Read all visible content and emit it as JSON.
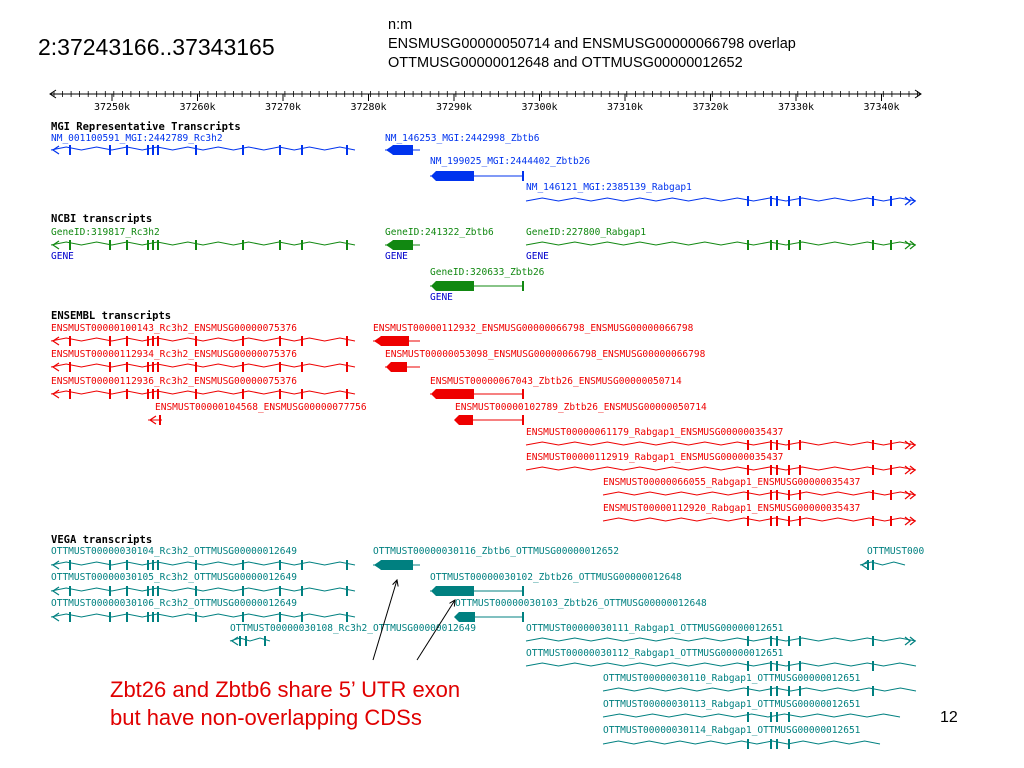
{
  "locus": "2:37243166..37343165",
  "notes": [
    "n:m",
    "ENSMUSG00000050714 and ENSMUSG00000066798 overlap",
    "OTTMUSG00000012648 and OTTMUSG00000012652"
  ],
  "caption": [
    "Zbt26 and Zbtb6 share 5’ UTR exon",
    "but have non-overlapping CDSs"
  ],
  "page_number": "12",
  "colors": {
    "mgi": "#0033ee",
    "ncbi": "#118811",
    "ensembl": "#ee0000",
    "vega": "#008080",
    "caption": "#e00000",
    "gene_link": "#0000cc"
  },
  "ruler": {
    "ticks": [
      "37250k",
      "37260k",
      "37270k",
      "37280k",
      "37290k",
      "37300k",
      "37310k",
      "37320k",
      "37330k",
      "37340k"
    ]
  },
  "tracks": [
    {
      "title": "MGI Representative Transcripts",
      "color": "#0033ee",
      "features": [
        {
          "label": "NM_001100591_MGI:2442789_Rc3h2"
        },
        {
          "label": "NM_146253_MGI:2442998_Zbtb6"
        },
        {
          "label": "NM_199025_MGI:2444402_Zbtb26"
        },
        {
          "label": "NM_146121_MGI:2385139_Rabgap1"
        }
      ]
    },
    {
      "title": "NCBI transcripts",
      "color": "#118811",
      "features": [
        {
          "label": "GeneID:319817_Rc3h2",
          "sub": "GENE"
        },
        {
          "label": "GeneID:241322_Zbtb6",
          "sub": "GENE"
        },
        {
          "label": "GeneID:227800_Rabgap1",
          "sub": "GENE"
        },
        {
          "label": "GeneID:320633_Zbtb26",
          "sub": "GENE"
        }
      ]
    },
    {
      "title": "ENSEMBL transcripts",
      "color": "#ee0000",
      "features": [
        {
          "label": "ENSMUST00000100143_Rc3h2_ENSMUSG00000075376"
        },
        {
          "label": "ENSMUST00000112932_ENSMUSG00000066798_ENSMUSG00000066798"
        },
        {
          "label": "ENSMUST00000112934_Rc3h2_ENSMUSG00000075376"
        },
        {
          "label": "ENSMUST00000053098_ENSMUSG00000066798_ENSMUSG00000066798"
        },
        {
          "label": "ENSMUST00000112936_Rc3h2_ENSMUSG00000075376"
        },
        {
          "label": "ENSMUST00000067043_Zbtb26_ENSMUSG00000050714"
        },
        {
          "label": "ENSMUST00000104568_ENSMUSG00000077756"
        },
        {
          "label": "ENSMUST00000102789_Zbtb26_ENSMUSG00000050714"
        },
        {
          "label": "ENSMUST00000061179_Rabgap1_ENSMUSG00000035437"
        },
        {
          "label": "ENSMUST00000112919_Rabgap1_ENSMUSG00000035437"
        },
        {
          "label": "ENSMUST00000066055_Rabgap1_ENSMUSG00000035437"
        },
        {
          "label": "ENSMUST00000112920_Rabgap1_ENSMUSG00000035437"
        }
      ]
    },
    {
      "title": "VEGA transcripts",
      "color": "#008080",
      "features": [
        {
          "label": "OTTMUST00000030104_Rc3h2_OTTMUSG00000012649"
        },
        {
          "label": "OTTMUST00000030116_Zbtb6_OTTMUSG00000012652"
        },
        {
          "label": "OTTMUST000"
        },
        {
          "label": "OTTMUST00000030105_Rc3h2_OTTMUSG00000012649"
        },
        {
          "label": "OTTMUST00000030102_Zbtb26_OTTMUSG00000012648"
        },
        {
          "label": "OTTMUST00000030106_Rc3h2_OTTMUSG00000012649"
        },
        {
          "label": "OTTMUST00000030103_Zbtb26_OTTMUSG00000012648"
        },
        {
          "label": "OTTMUST00000030108_Rc3h2_OTTMUSG00000012649"
        },
        {
          "label": "OTTMUST00000030111_Rabgap1_OTTMUSG00000012651"
        },
        {
          "label": "OTTMUST00000030112_Rabgap1_OTTMUSG00000012651"
        },
        {
          "label": "OTTMUST00000030110_Rabgap1_OTTMUSG00000012651"
        },
        {
          "label": "OTTMUST00000030113_Rabgap1_OTTMUSG00000012651"
        },
        {
          "label": "OTTMUST00000030114_Rabgap1_OTTMUSG00000012651"
        }
      ]
    }
  ]
}
